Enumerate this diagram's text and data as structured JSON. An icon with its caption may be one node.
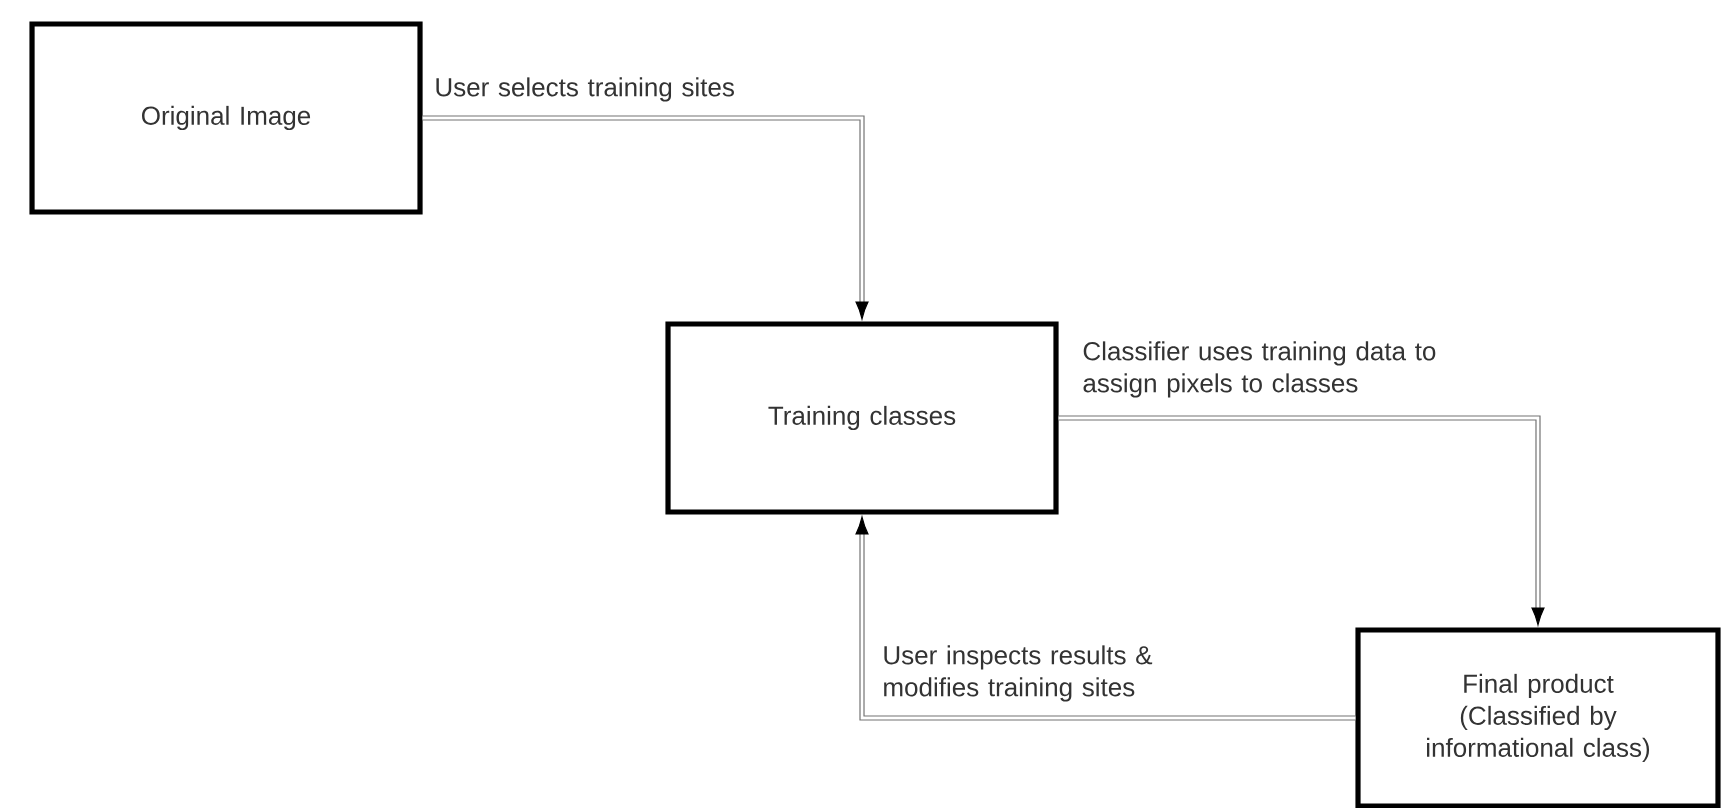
{
  "diagram": {
    "nodes": [
      {
        "text": [
          "Original Image"
        ]
      },
      {
        "text": [
          "Training classes"
        ]
      },
      {
        "text": [
          "Final product (Classified by informational class)"
        ]
      }
    ],
    "edges": [
      {
        "from": 0,
        "to": 1,
        "arrow": "to",
        "label": "User selects training sites"
      },
      {
        "from": 1,
        "to": 2,
        "arrow": "to",
        "label": "Classifier uses training data to assign pixels to classes"
      },
      {
        "from": 2,
        "to": 1,
        "arrow": "to",
        "label": "User inspects results & modifies training sites"
      }
    ]
  }
}
